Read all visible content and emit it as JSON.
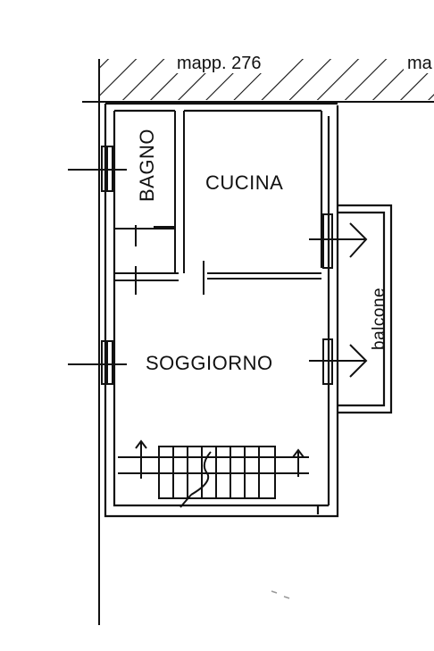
{
  "plan": {
    "labels": {
      "bagno": "BAGNO",
      "cucina": "CUCINA",
      "soggiorno": "SOGGIORNO",
      "balcone": "balcone",
      "mapp": "mapp. 276",
      "top_right": "ma"
    },
    "colors": {
      "ink": "#111111",
      "paper": "#ffffff"
    }
  }
}
